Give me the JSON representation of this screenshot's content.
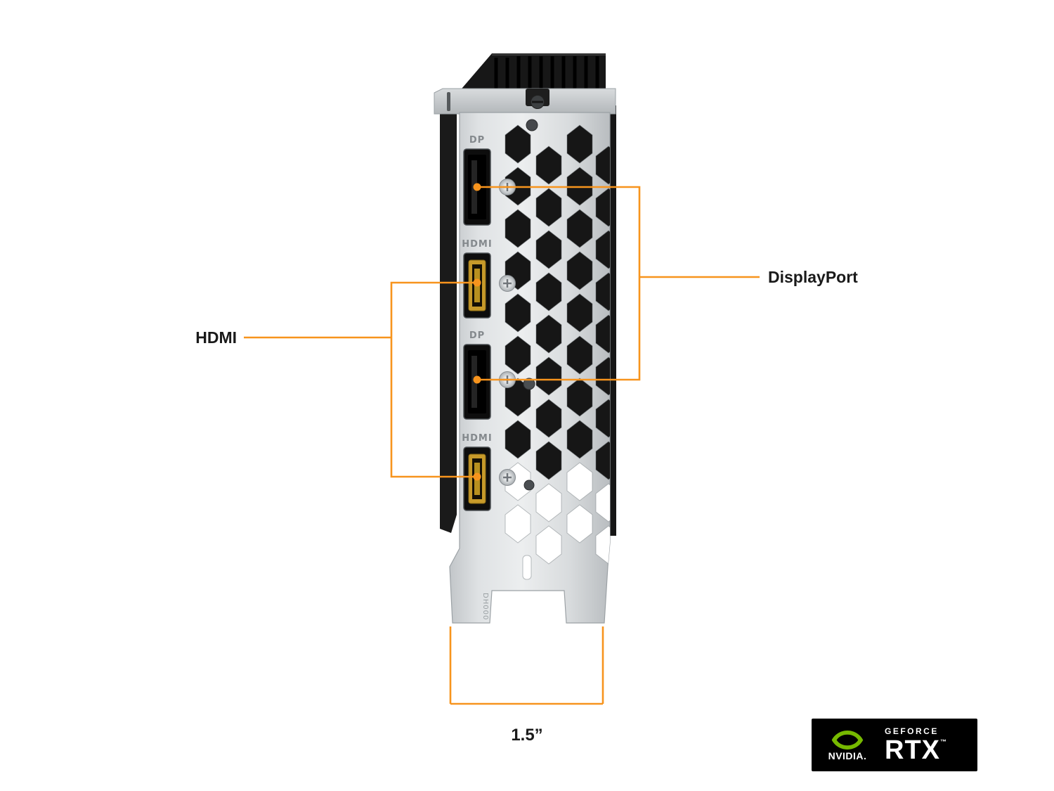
{
  "colors": {
    "accent": "#F7941D",
    "nvidia_green": "#76B900"
  },
  "bracket": {
    "port_labels": [
      "DP",
      "HDMI",
      "DP",
      "HDMI"
    ],
    "marking": "DH000"
  },
  "callouts": {
    "displayport": "DisplayPort",
    "hdmi": "HDMI"
  },
  "dimension": {
    "width_label": "1.5”"
  },
  "badge": {
    "brand": "NVIDIA.",
    "series": "GEFORCE",
    "model": "RTX",
    "trademark": "™"
  }
}
